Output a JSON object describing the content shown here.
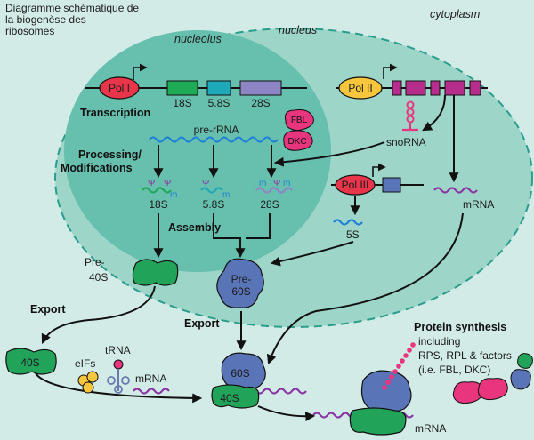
{
  "title_lines": [
    "Diagramme schématique de",
    "la biogenèse des",
    "ribosomes"
  ],
  "compartments": {
    "cytoplasm": "cytoplasm",
    "nucleus": "nucleus",
    "nucleolus": "nucleolus"
  },
  "polymerases": {
    "pol1": "Pol I",
    "pol2": "Pol II",
    "pol3": "Pol III"
  },
  "rrna_genes": {
    "s18": "18S",
    "s58": "5.8S",
    "s28": "28S"
  },
  "steps": {
    "transcription": "Transcription",
    "processing_1": "Processing/",
    "processing_2": "Modifications",
    "assembly": "Assembly",
    "export_left": "Export",
    "export_right": "Export",
    "protein_synthesis": "Protein synthesis",
    "ps_line1": "including",
    "ps_line2": "RPS, RPL & factors",
    "ps_line3": "(i.e. FBL, DKC)"
  },
  "molecules": {
    "pre_rrna": "pre-rRNA",
    "fbl": "FBL",
    "dkc": "DKC",
    "snorna": "snoRNA",
    "mrna_nucleus": "mRNA",
    "rrna_5s": "5S",
    "mature_18s": "18S",
    "mature_58s": "5.8S",
    "mature_28s": "28S",
    "psi": "Ψ",
    "methyl": "m"
  },
  "particles": {
    "pre40s_1": "Pre-",
    "pre40s_2": "40S",
    "pre60s_1": "Pre-",
    "pre60s_2": "60S",
    "s40": "40S",
    "s60": "60S",
    "s40_complex": "40S",
    "eifs": "eIFs",
    "trna": "tRNA",
    "mrna_cyto": "mRNA",
    "mrna_translating": "mRNA"
  },
  "colors": {
    "background": "#d2ebe6",
    "nucleus": "#9ed5c9",
    "nucleolus": "#67bfae",
    "pol1": "#e8354a",
    "pol2": "#f7c63c",
    "pol3": "#e8354a",
    "gene18s": "#1faa55",
    "gene58s": "#1fa8b8",
    "gene28s": "#8f84c4",
    "pre_rrna": "#1d7fd8",
    "snorna_gene": "#b72d8c",
    "mrna": "#8a35a3",
    "subunit40s": "#22a35a",
    "subunit60s": "#5a74b8"
  }
}
